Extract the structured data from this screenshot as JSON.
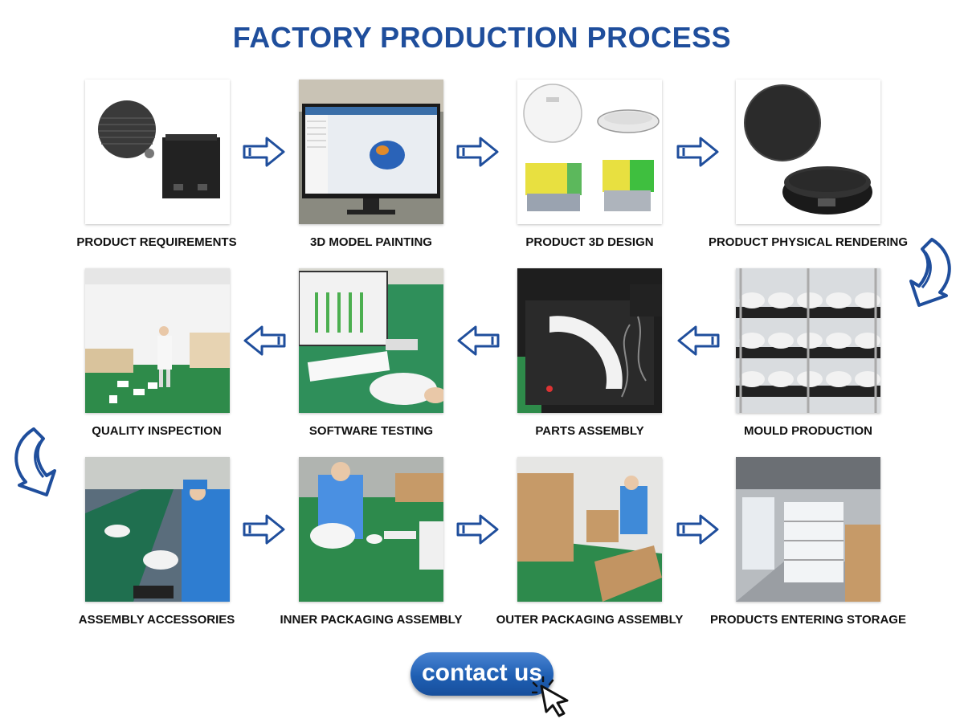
{
  "title": "FACTORY PRODUCTION PROCESS",
  "steps": [
    "PRODUCT REQUIREMENTS",
    "3D MODEL PAINTING",
    "PRODUCT 3D DESIGN",
    "PRODUCT PHYSICAL RENDERING",
    "MOULD PRODUCTION",
    "PARTS ASSEMBLY",
    "SOFTWARE TESTING",
    "QUALITY INSPECTION",
    "ASSEMBLY ACCESSORIES",
    "INNER PACKAGING ASSEMBLY",
    "OUTER PACKAGING ASSEMBLY",
    "PRODUCTS ENTERING STORAGE"
  ],
  "contact_label": "contact us",
  "colors": {
    "brand_blue": "#1f4e9c",
    "arrow_blue": "#1f4e9c",
    "button_blue": "#1f5fb3"
  }
}
